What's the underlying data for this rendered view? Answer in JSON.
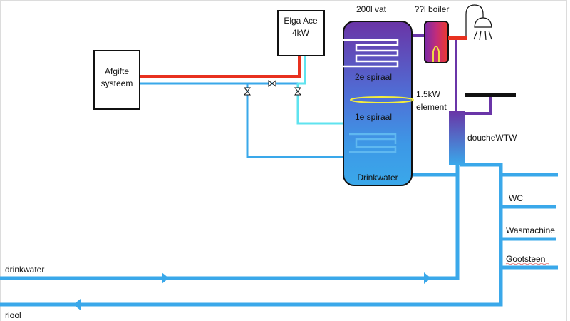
{
  "diagram": {
    "components": {
      "afgifte": {
        "line1": "Afgifte",
        "line2": "systeem"
      },
      "heatpump": {
        "line1": "Elga Ace",
        "line2": "4kW"
      },
      "vessel": {
        "title": "200l vat",
        "coil2": "2e spiraal",
        "coil1": "1e spiraal",
        "bottom": "Drinkwater"
      },
      "element": {
        "line1": "1.5kW",
        "line2": "element"
      },
      "boiler": {
        "title": "??l boiler"
      },
      "wtw": {
        "label": "doucheWTW"
      },
      "shower": {
        "icon": "shower-icon"
      }
    },
    "outlets": [
      "WC",
      "Wasmachine",
      "Gootsteen"
    ],
    "mains": {
      "supply": "drinkwater",
      "drain": "riool"
    },
    "colors": {
      "hot": "#e8311f",
      "cold": "#3aa8ea",
      "cyan": "#5fe3ef",
      "purple": "#6a35a8",
      "heating_element": "#f4ee3c",
      "outline": "#111111"
    }
  }
}
